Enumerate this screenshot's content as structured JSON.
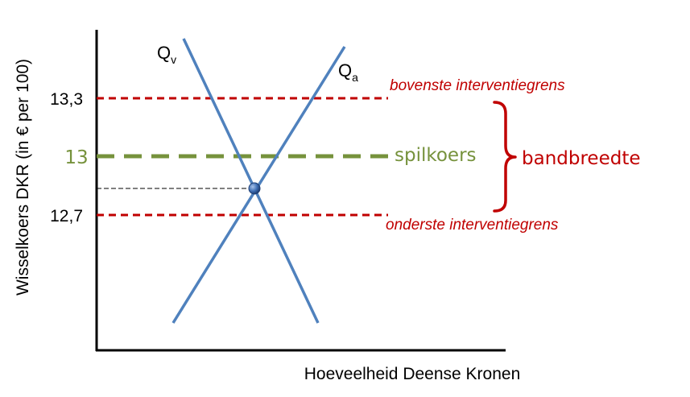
{
  "axes": {
    "y_label": "Wisselkoers DKR (in € per 100)",
    "x_label": "Hoeveelheid Deense Kronen"
  },
  "y_ticks": {
    "upper": "13,3",
    "central": "13",
    "lower": "12,7"
  },
  "lines": {
    "upper": {
      "value": 13.3,
      "label": "bovenste interventiegrens",
      "color": "#c00000"
    },
    "central": {
      "value": 13,
      "label": "spilkoers",
      "color": "#76923c"
    },
    "lower": {
      "value": 12.7,
      "label": "onderste interventiegrens",
      "color": "#c00000"
    }
  },
  "curves": {
    "supply": {
      "label": "Q",
      "sub": "v",
      "color": "#4f81bd"
    },
    "demand": {
      "label": "Q",
      "sub": "a",
      "color": "#4f81bd"
    }
  },
  "band": {
    "label": "bandbreedte",
    "color": "#c00000"
  }
}
